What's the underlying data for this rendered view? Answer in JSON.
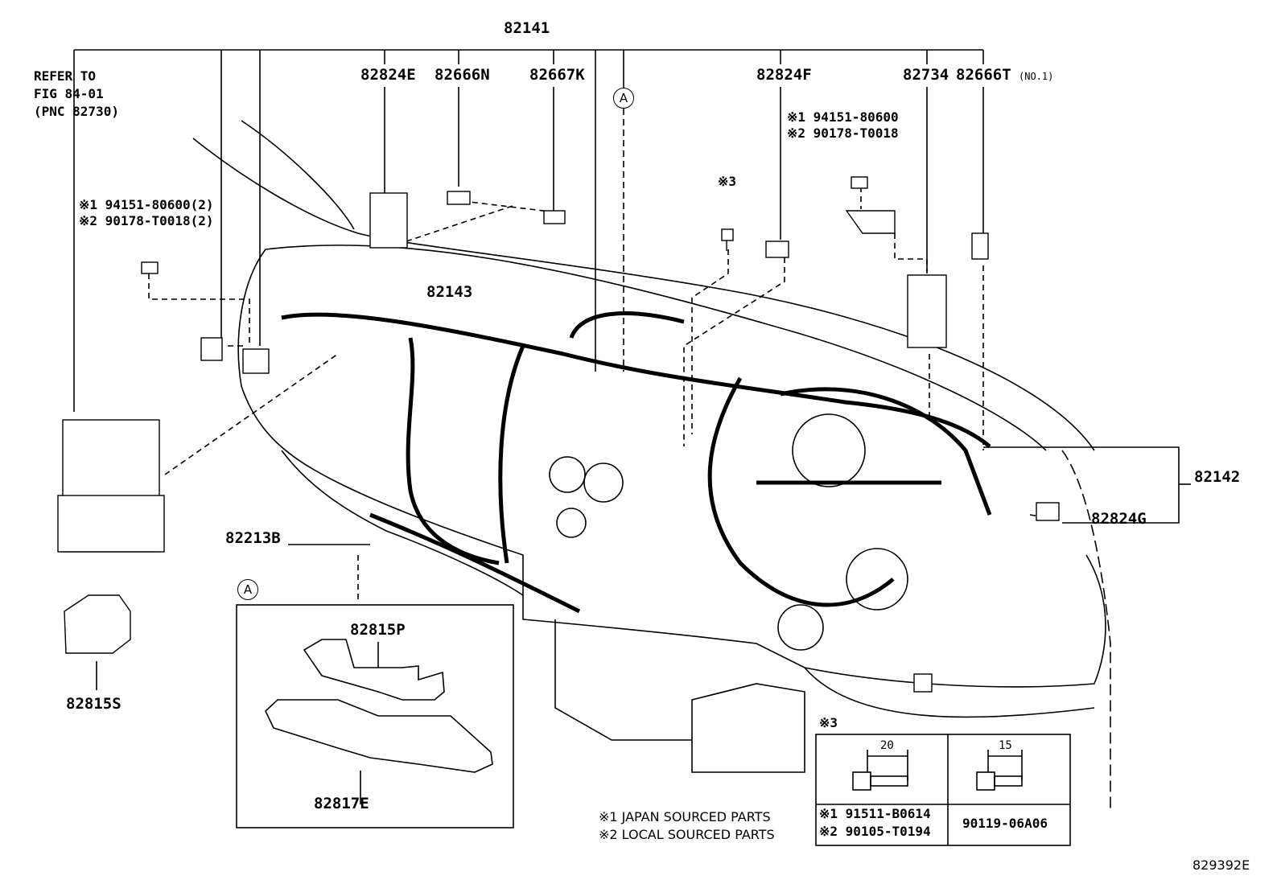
{
  "diagram": {
    "figure_number": "829392E",
    "labels": {
      "harness_main": "82141",
      "refer_line1": "REFER TO",
      "refer_line2": "FIG 84-01",
      "refer_line3": "(PNC 82730)",
      "p82824E": "82824E",
      "p82666N": "82666N",
      "p82667K": "82667K",
      "p82824F": "82824F",
      "p82734": "82734",
      "p82666T": "82666T",
      "p82666T_note": "(NO.1)",
      "p82143": "82143",
      "p82142": "82142",
      "p82824G": "82824G",
      "p82213B": "82213B",
      "p82815S": "82815S",
      "p82815P": "82815P",
      "p82817E": "82817E",
      "circle_a": "A",
      "circle_a_inset": "A",
      "left_note1": "※1 94151-80600(2)",
      "left_note2": "※2 90178-T0018(2)",
      "right_note1": "※1 94151-80600",
      "right_note2": "※2 90178-T0018",
      "mark3": "※3"
    },
    "legend": {
      "japan": "※1 JAPAN SOURCED PARTS",
      "local": "※2 LOCAL SOURCED PARTS"
    },
    "bolt_table": {
      "title": "※3",
      "dim_left": "20",
      "dim_right": "15",
      "part_japan": "※1 91511-B0614",
      "part_local": "※2 90105-T0194",
      "part_right": "90119-06A06"
    }
  }
}
